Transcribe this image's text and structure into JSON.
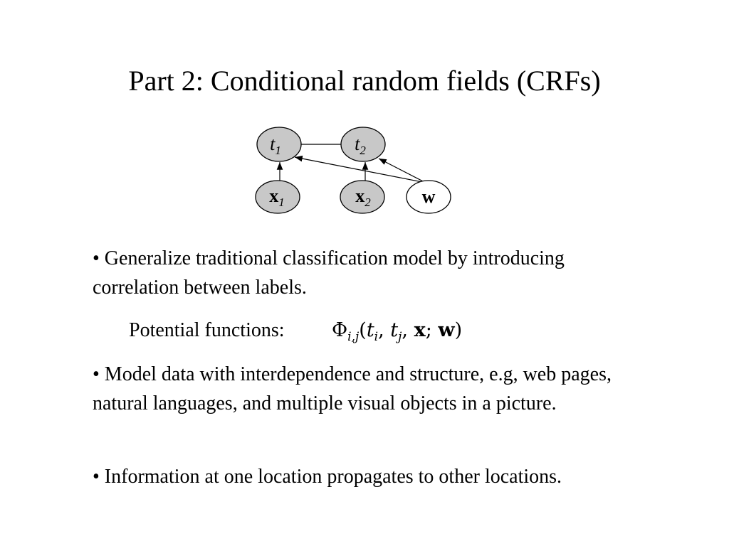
{
  "title": "Part 2: Conditional random fields (CRFs)",
  "diagram": {
    "nodes": [
      {
        "id": "t1",
        "main": "t",
        "sub": "1",
        "style": "shaded",
        "main_weight": "normal"
      },
      {
        "id": "t2",
        "main": "t",
        "sub": "2",
        "style": "shaded",
        "main_weight": "normal"
      },
      {
        "id": "x1",
        "main": "x",
        "sub": "1",
        "style": "shaded",
        "main_weight": "bold"
      },
      {
        "id": "x2",
        "main": "x",
        "sub": "2",
        "style": "shaded",
        "main_weight": "bold"
      },
      {
        "id": "w",
        "main": "w",
        "sub": "",
        "style": "plain",
        "main_weight": "bold"
      }
    ],
    "edges": [
      {
        "from": "t1",
        "to": "t2",
        "directed": false
      },
      {
        "from": "x1",
        "to": "t1",
        "directed": true
      },
      {
        "from": "x2",
        "to": "t2",
        "directed": true
      },
      {
        "from": "w",
        "to": "t1",
        "directed": true
      },
      {
        "from": "w",
        "to": "t2",
        "directed": true
      }
    ],
    "colors": {
      "shaded_fill": "#c8c8c8",
      "plain_fill": "#ffffff",
      "stroke": "#000000"
    }
  },
  "bullets": {
    "b1": "• Generalize traditional classification model by introducing correlation between labels.",
    "potential_label": "Potential functions:",
    "formula": {
      "phi": "Φ",
      "phi_sub": "i,j",
      "open": "(",
      "t": "t",
      "ti_sub": "i",
      "comma1": ", ",
      "tj_sub": "j",
      "comma2": ", ",
      "x": "x",
      "semi": "; ",
      "w": "w",
      "close": ")"
    },
    "b2": "• Model data with interdependence and structure, e.g, web pages, natural languages, and multiple visual objects in a picture.",
    "b3": "• Information at one location propagates to other locations."
  }
}
